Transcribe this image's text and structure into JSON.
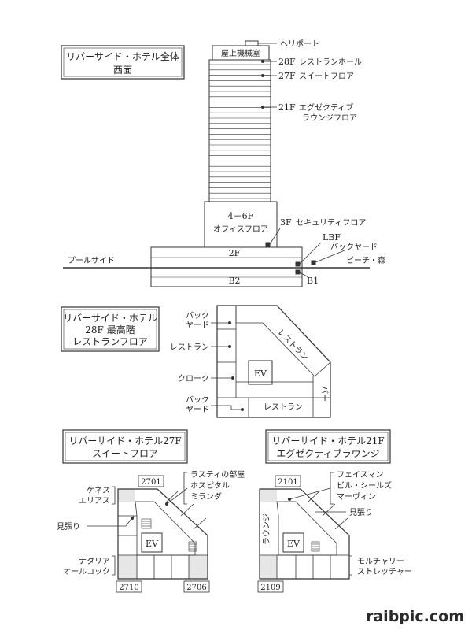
{
  "west": {
    "title1": "リバーサイド・ホテル全体",
    "title2": "西面",
    "heliport": "ヘリポート",
    "roof_machine": "屋上機械室",
    "f28": "28F",
    "f28_label": "レストランホール",
    "f27": "27F",
    "f27_label": "スイートフロア",
    "f21": "21F",
    "f21_label1": "エグゼクティブ",
    "f21_label2": "ラウンジフロア",
    "office1": "4－6F",
    "office2": "オフィスフロア",
    "f3": "3F",
    "f3_label": "セキュリティフロア",
    "lbf": "LBF",
    "backyard": "バックヤード",
    "f2": "2F",
    "pool": "プールサイド",
    "beach": "ビーチ・森",
    "b2": "B2",
    "b1": "B1"
  },
  "f28plan": {
    "title1": "リバーサイド・ホテル",
    "title2": "28F 最高階",
    "title3": "レストランフロア",
    "backyard1a": "バック",
    "backyard1b": "ヤード",
    "restaurant_left": "レストラン",
    "cloak": "クローク",
    "backyard2a": "バック",
    "backyard2b": "ヤード",
    "ev": "EV",
    "restaurant_diag": "レストラン",
    "restaurant_bottom": "レストラン",
    "bar": "バー"
  },
  "f27plan": {
    "title1": "リバーサイド・ホテル27F",
    "title2": "スイートフロア",
    "room2701": "2701",
    "room2710": "2710",
    "room2706": "2706",
    "kenneth1": "ケネス",
    "kenneth2": "エリアス",
    "watch": "見張り",
    "natalia1": "ナタリア",
    "natalia2": "オールコック",
    "rusty1": "ラスティの部屋",
    "rusty2": "ホスピタル",
    "rusty3": "ミランダ",
    "ev": "EV"
  },
  "f21plan": {
    "title1": "リバーサイド・ホテル21F",
    "title2": "エグゼクティブラウンジ",
    "room2101": "2101",
    "room2109": "2109",
    "faith1": "フェイスマン",
    "faith2": "ビル・シールズ",
    "faith3": "マーヴィン",
    "watch": "見張り",
    "lounge": "ラウンジ",
    "ev": "EV",
    "mol1": "モルチャリー",
    "mol2": "ストレッチャー"
  },
  "watermark": "raibpic.com"
}
